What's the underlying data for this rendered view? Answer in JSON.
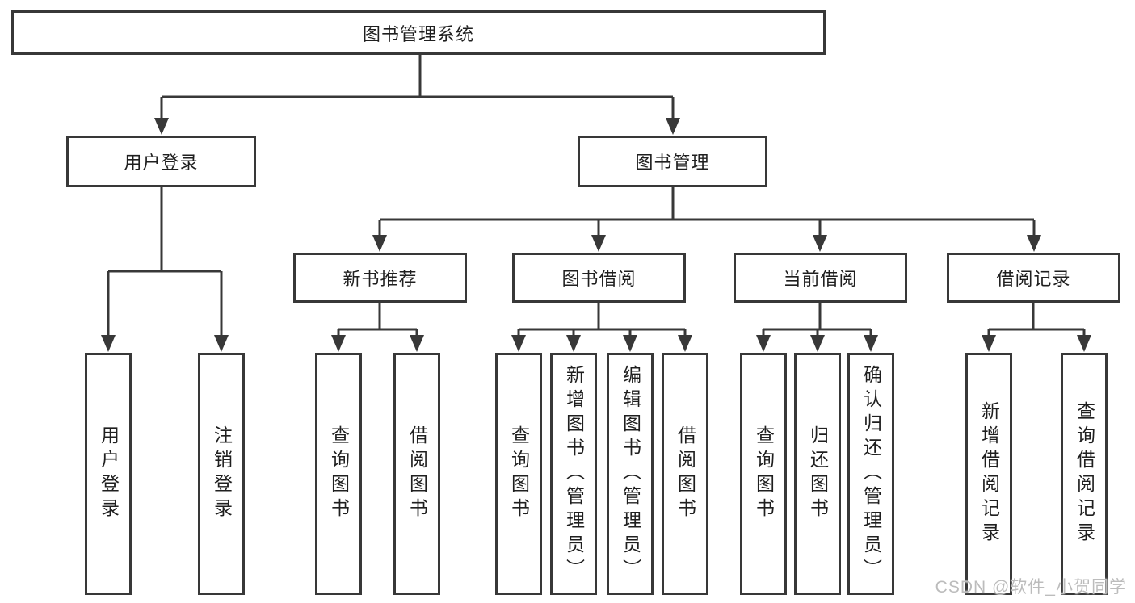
{
  "diagram": {
    "title": "图书管理系统",
    "colors": {
      "line": "#383838",
      "text": "#1f1f1f",
      "background": "#ffffff",
      "watermark": "#bcbcbc"
    },
    "nodes": {
      "root": "图书管理系统",
      "user_login": "用户登录",
      "book_mgmt": "图书管理",
      "new_books": "新书推荐",
      "book_borrow": "图书借阅",
      "current_borrow": "当前借阅",
      "borrow_records": "借阅记录",
      "leaf_user_login": "用户登录",
      "leaf_logout": "注销登录",
      "leaf_nb_query_book": "查询图书",
      "leaf_nb_borrow_book": "借阅图书",
      "leaf_bb_query_book": "查询图书",
      "leaf_bb_add_book": "新增图书（管理员）",
      "leaf_bb_edit_book": "编辑图书（管理员）",
      "leaf_bb_borrow_book": "借阅图书",
      "leaf_cb_query_book": "查询图书",
      "leaf_cb_return_book": "归还图书",
      "leaf_cb_confirm_return": "确认归还（管理员）",
      "leaf_br_add_record": "新增借阅记录",
      "leaf_br_query_record": "查询借阅记录"
    },
    "watermark": "CSDN @软件_小贺同学"
  }
}
